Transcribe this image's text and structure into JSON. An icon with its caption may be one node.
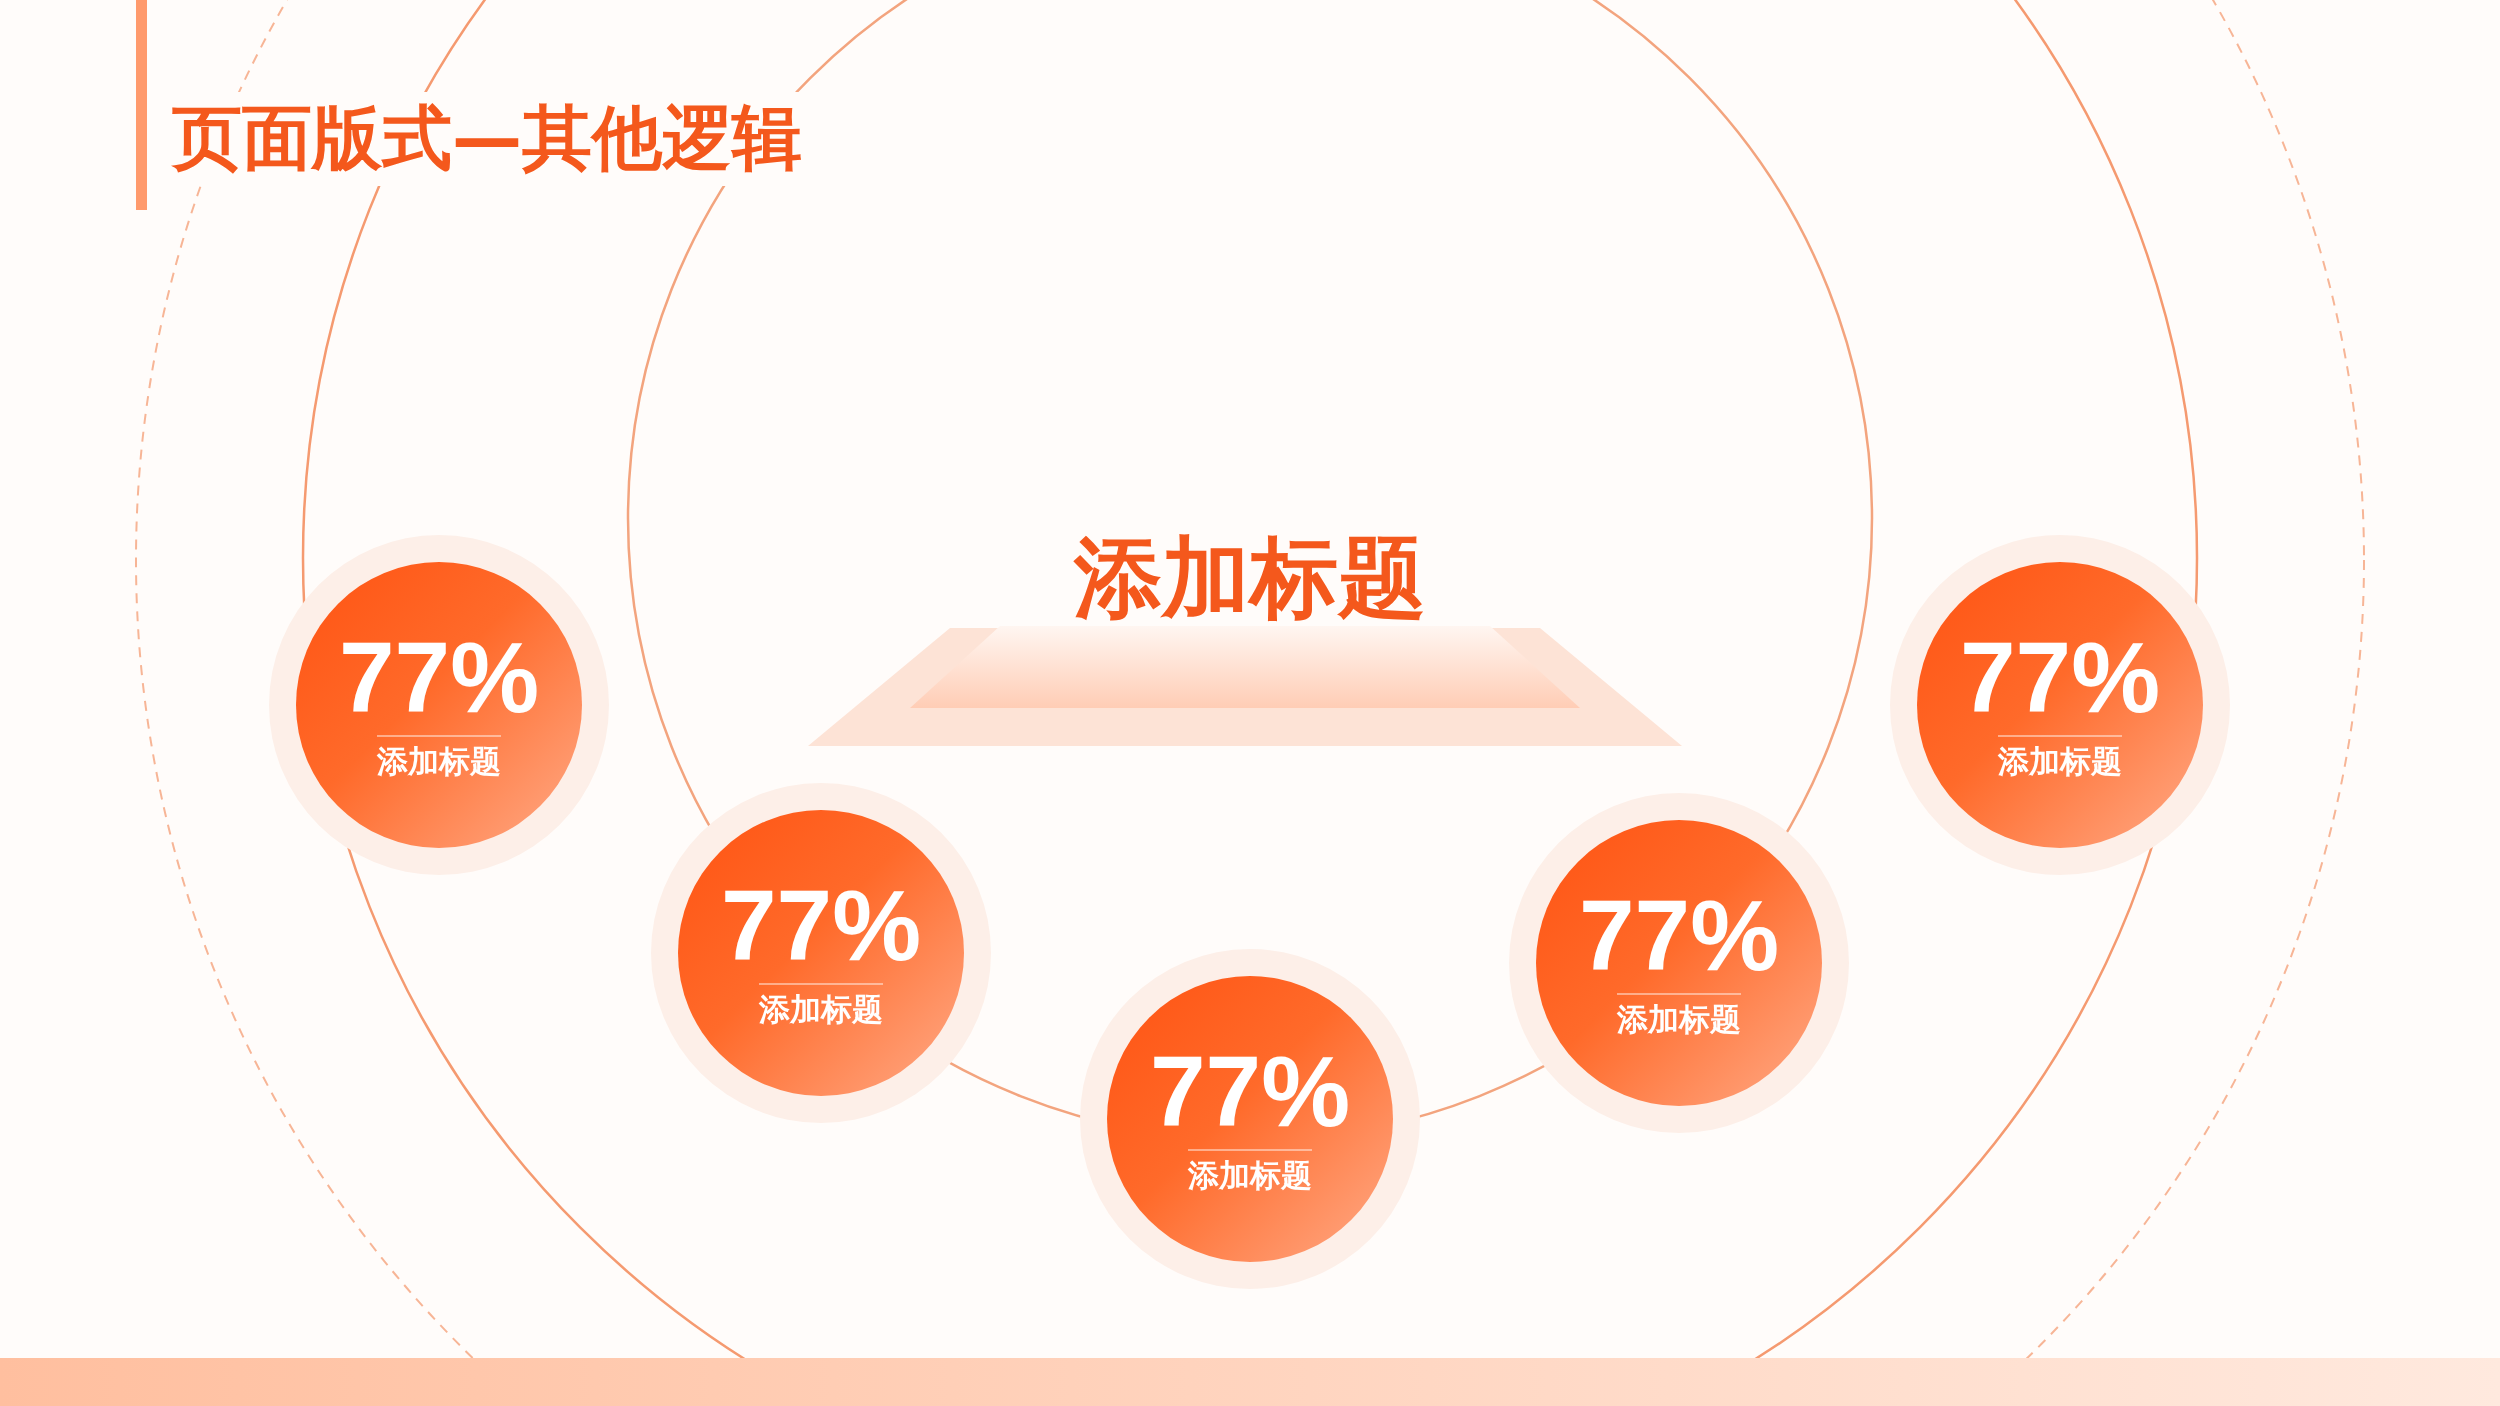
{
  "diagram": {
    "title": "页面版式—其他逻辑",
    "nodes": [
      {
        "text": [
          "添加标题"
        ]
      },
      {
        "text": [
          "77%",
          "添加标题"
        ]
      },
      {
        "text": [
          "77%",
          "添加标题"
        ]
      },
      {
        "text": [
          "77%",
          "添加标题"
        ]
      },
      {
        "text": [
          "77%",
          "添加标题"
        ]
      },
      {
        "text": [
          "77%",
          "添加标题"
        ]
      }
    ]
  }
}
